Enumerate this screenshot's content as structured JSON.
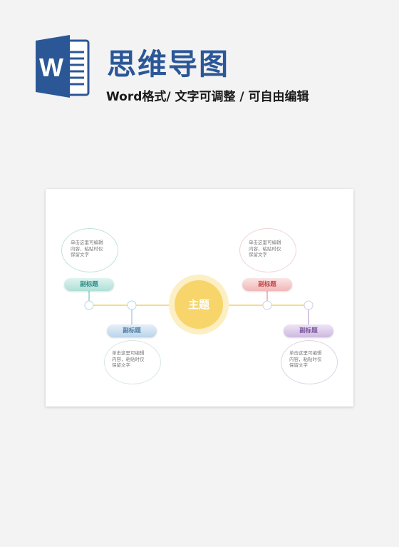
{
  "header": {
    "title": "思维导图",
    "subtitle": "Word格式/ 文字可调整 / 可自由编辑",
    "logo_letter": "W",
    "logo_color": "#2b5797"
  },
  "mindmap": {
    "main_topic": "主题",
    "main_color": "#f7d56a",
    "branches": [
      {
        "subtitle": "副标题",
        "text": "单击这里可编辑\n内容，粘贴时仅\n保留文字",
        "color": "#5bbcb3"
      },
      {
        "subtitle": "副标题",
        "text": "单击这里可编辑\n内容，粘贴时仅\n保留文字",
        "color": "#8ab6d9"
      },
      {
        "subtitle": "副标题",
        "text": "单击这里可编辑\n内容，粘贴时仅\n保留文字",
        "color": "#e07a7a"
      },
      {
        "subtitle": "副标题",
        "text": "单击这里可编辑\n内容，粘贴时仅\n保留文字",
        "color": "#a78ac2"
      }
    ]
  }
}
